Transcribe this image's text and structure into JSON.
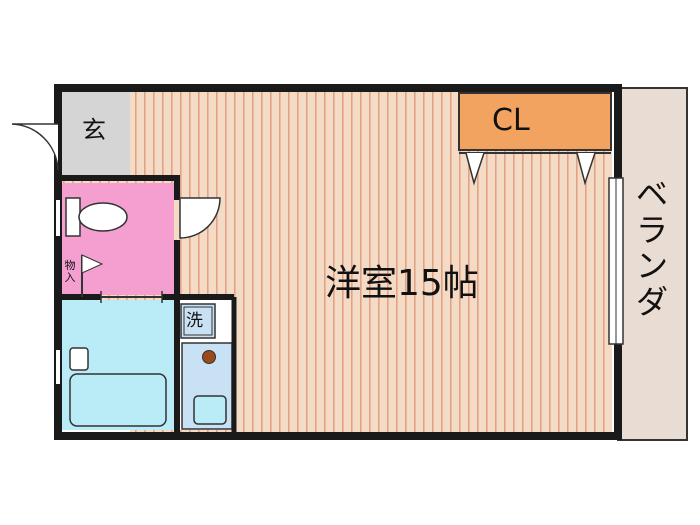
{
  "rooms": {
    "genkan": "玄",
    "closet": "CL",
    "western_room": "洋室15帖",
    "washer": "洗",
    "storage": "物入",
    "veranda": "ベランダ"
  },
  "colors": {
    "wall": "#1a1a1a",
    "floor_stripe_a": "#f4dbc6",
    "floor_stripe_b": "#e3a285",
    "closet": "#f2a35f",
    "toilet_room": "#f59fd1",
    "bath": "#b9ecf6",
    "kitchen": "#c8e1f4",
    "genkan": "#d5d5d5",
    "veranda": "#e9dcd2"
  }
}
